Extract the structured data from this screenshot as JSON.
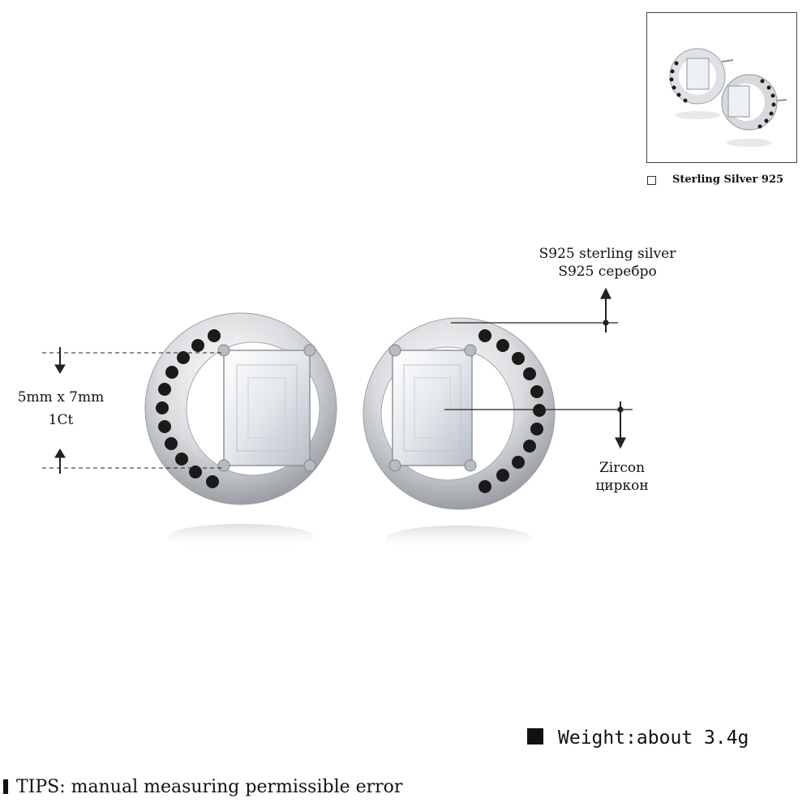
{
  "option": {
    "label": "Sterling Silver 925",
    "selected": false
  },
  "callouts": {
    "material_en": "S925 sterling silver",
    "material_ru": "S925 серебро",
    "stone_en": "Zircon",
    "stone_ru": "циркон",
    "size": "5mm x 7mm",
    "carat": "1Ct"
  },
  "weight": "Weight:about 3.4g",
  "tips": "TIPS: manual measuring permissible error",
  "colors": {
    "silver": "#c9ccd0",
    "silver_dark": "#8c9096",
    "black_stone": "#1a1a1a",
    "zircon": "#eef1f4",
    "line": "#222222"
  }
}
